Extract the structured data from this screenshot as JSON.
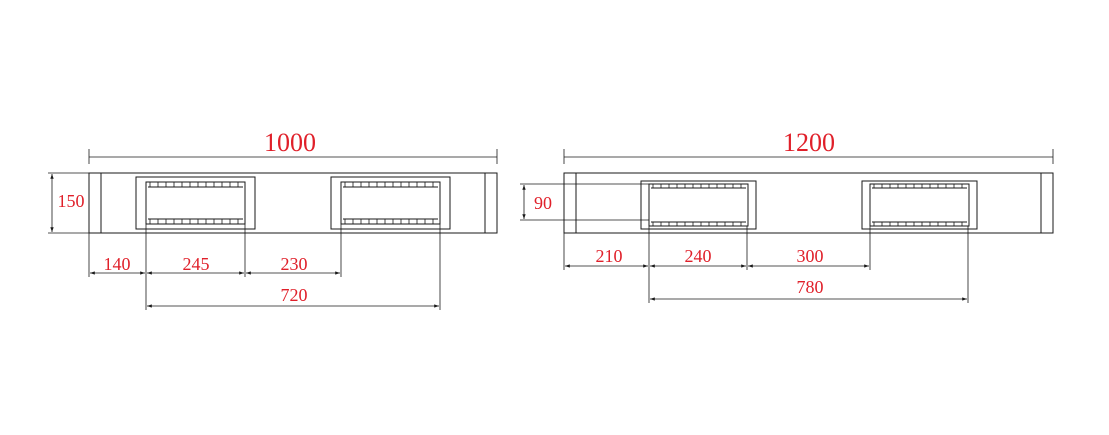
{
  "left_pallet": {
    "overall_length": "1000",
    "height": "150",
    "dim_a": "140",
    "dim_b": "245",
    "dim_c": "230",
    "dim_total": "720"
  },
  "right_pallet": {
    "overall_length": "1200",
    "height": "90",
    "dim_a": "210",
    "dim_b": "240",
    "dim_c": "300",
    "dim_total": "780"
  },
  "colors": {
    "line": "#1a1a1a",
    "dimension_text": "#e0202a"
  }
}
